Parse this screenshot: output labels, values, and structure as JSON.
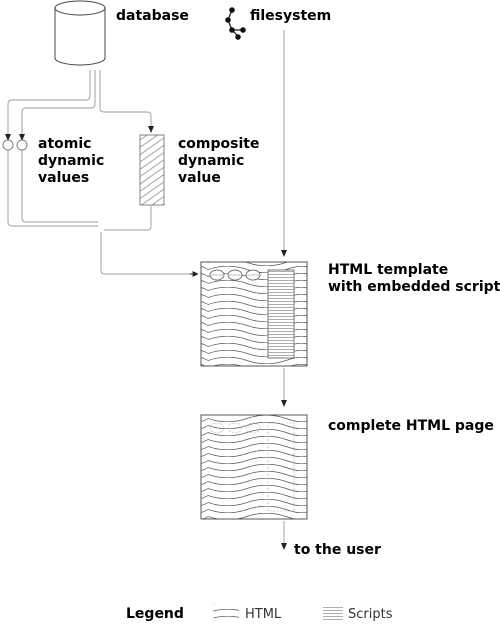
{
  "nodes": {
    "database": "database",
    "filesystem": "filesystem",
    "atomic": [
      "atomic",
      "dynamic",
      "values"
    ],
    "composite": [
      "composite",
      "dynamic",
      "value"
    ],
    "template": [
      "HTML template",
      "with embedded scripts"
    ],
    "complete": "complete HTML page",
    "user": "to the user"
  },
  "legend": {
    "title": "Legend",
    "html": "HTML",
    "scripts": "Scripts"
  },
  "icons": {
    "database": "database-cylinder-icon",
    "filesystem": "filesystem-tree-icon"
  }
}
